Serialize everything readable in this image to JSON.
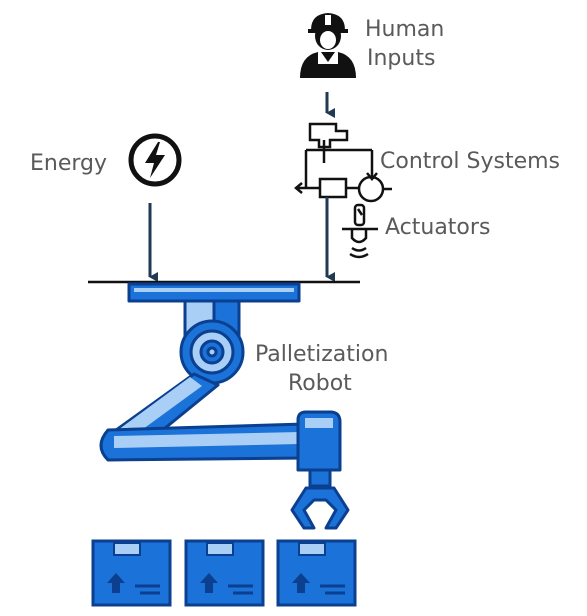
{
  "labels": {
    "human_line1": "Human",
    "human_line2": "Inputs",
    "energy": "Energy",
    "control_systems": "Control Systems",
    "actuators": "Actuators",
    "robot_line1": "Palletization",
    "robot_line2": "Robot"
  },
  "icons": {
    "human": "worker-icon",
    "energy": "lightning-icon",
    "control": "control-schematic-icon",
    "actuator": "sensor-actuator-icon",
    "robot": "robot-arm-icon",
    "box": "box-icon"
  },
  "colors": {
    "arrow": "#1f3a52",
    "robot_fill": "#1b72d9",
    "robot_light": "#a9cff7",
    "robot_outline": "#0b3f8f",
    "text": "#5a5a5a",
    "icon": "#111111"
  },
  "boxes_count_label": ""
}
